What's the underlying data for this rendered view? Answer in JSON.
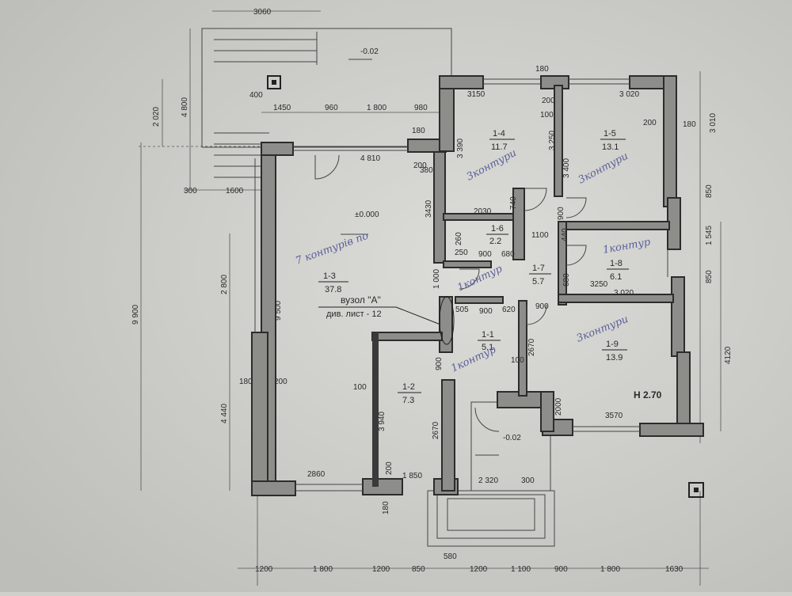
{
  "top_dimensions": [
    "3060"
  ],
  "terrace": {
    "level": "-0.02",
    "col": "400",
    "sub_dims": [
      "1450",
      "960",
      "1 800",
      "980"
    ],
    "left_dims": [
      "300",
      "1600"
    ]
  },
  "left_dimensions": [
    "2 020",
    "4 800",
    "9 900",
    "2 800",
    "4 440",
    "180",
    "200"
  ],
  "right_dimensions": [
    "3 010",
    "180",
    "850",
    "1 545",
    "850",
    "4120"
  ],
  "bottom_dimensions": [
    "1200",
    "1 800",
    "1200",
    "850",
    "580",
    "1200",
    "1 100",
    "900",
    "1 800",
    "1630"
  ],
  "interior_dims": {
    "d_4810": "4 810",
    "d_3150": "3150",
    "d_3020_top": "3 020",
    "d_180a": "180",
    "d_180b": "180",
    "d_200a": "200",
    "d_200b": "200",
    "d_200c": "200",
    "d_100a": "100",
    "d_100b": "100",
    "d_3390": "3 390",
    "d_3250": "3 250",
    "d_3400": "3 400",
    "d_380": "380",
    "d_3430": "3430",
    "d_2030": "2030",
    "d_740": "740",
    "d_900a": "900",
    "d_1100": "1100",
    "d_440": "440",
    "d_250": "250",
    "d_900b": "900",
    "d_680a": "680",
    "d_260": "260",
    "d_1000": "1 000",
    "d_9500": "9 500",
    "d_2860": "2860",
    "d_1850": "1 850",
    "d_2320": "2 320",
    "d_300": "300",
    "d_3940": "3 940",
    "d_2670a": "2670",
    "d_2670b": "2670",
    "d_900c": "900",
    "d_900d": "900",
    "d_620": "620",
    "d_505": "505",
    "d_900e": "900",
    "d_680b": "680",
    "d_3250b": "3250",
    "d_3020b": "3 020",
    "d_3570": "3570",
    "d_2000": "2000",
    "d_100c": "100",
    "d_180c": "180",
    "d_200d": "200"
  },
  "rooms": [
    {
      "id": "1-3",
      "area": "37.8"
    },
    {
      "id": "1-4",
      "area": "11.7"
    },
    {
      "id": "1-5",
      "area": "13.1"
    },
    {
      "id": "1-6",
      "area": "2.2"
    },
    {
      "id": "1-7",
      "area": "5.7"
    },
    {
      "id": "1-8",
      "area": "6.1"
    },
    {
      "id": "1-1",
      "area": "5.1"
    },
    {
      "id": "1-2",
      "area": "7.3"
    },
    {
      "id": "1-9",
      "area": "13.9"
    }
  ],
  "level_mark": "±0.000",
  "entrance_level": "-0.02",
  "node_ref": {
    "title": "вузол \"А\"",
    "sheet": "див. лист - 12"
  },
  "height_mark": "Н 2.70",
  "handwritten": {
    "h1": "7 контурів по",
    "h2": "3контури",
    "h3": "3контури",
    "h4": "1контур",
    "h5": "1контур",
    "h6": "3контури",
    "h7": "1контур"
  },
  "colors": {
    "paper": "#cfcfcb",
    "wall_fill": "#8d8d8a",
    "ink": "#2a2a2a",
    "pen": "#5a5f9a"
  }
}
